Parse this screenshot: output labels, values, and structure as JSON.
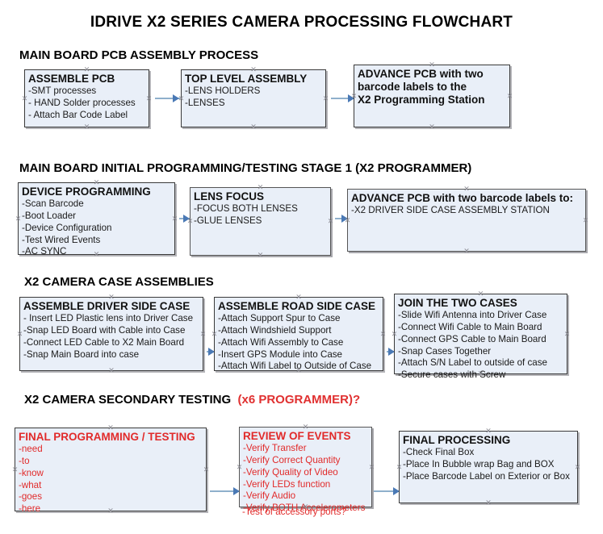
{
  "document": {
    "title": "IDRIVE X2  SERIES CAMERA PROCESSING FLOWCHART"
  },
  "colors": {
    "box_fill": "#e9eff8",
    "box_border": "#3a3a3a",
    "connector": "#8fb0cc",
    "arrow": "#4a79b5",
    "red_text": "#e12a2a",
    "black_text": "#000000"
  },
  "sections": [
    {
      "heading": "MAIN BOARD PCB ASSEMBLY PROCESS",
      "heading_red": "",
      "boxes": [
        {
          "title": "ASSEMBLE PCB",
          "items": [
            "-SMT processes",
            "- HAND Solder processes",
            "- Attach Bar Code Label"
          ]
        },
        {
          "title": "TOP LEVEL ASSEMBLY",
          "items": [
            "-LENS HOLDERS",
            "-LENSES"
          ]
        },
        {
          "title": "ADVANCE PCB with two",
          "title_line2": "barcode labels to the",
          "title_line3": " X2 Programming Station",
          "items": []
        }
      ]
    },
    {
      "heading": "MAIN BOARD INITIAL PROGRAMMING/TESTING STAGE 1 (X2 PROGRAMMER)",
      "heading_red": "",
      "boxes": [
        {
          "title": "DEVICE PROGRAMMING",
          "items": [
            "-Scan Barcode",
            "-Boot Loader",
            "-Device Configuration",
            "-Test Wired Events",
            "-AC SYNC"
          ]
        },
        {
          "title": "LENS FOCUS",
          "items": [
            "-FOCUS BOTH LENSES",
            "-GLUE LENSES"
          ]
        },
        {
          "title": "ADVANCE PCB with two barcode labels to:",
          "items": [
            "-X2 DRIVER  SIDE  CASE  ASSEMBLY STATION"
          ]
        }
      ]
    },
    {
      "heading": "X2 CAMERA CASE ASSEMBLIES",
      "heading_red": "",
      "boxes": [
        {
          "title": "ASSEMBLE DRIVER SIDE CASE",
          "items": [
            "- Insert LED Plastic lens into Driver Case",
            "-Snap LED Board with Cable into Case",
            "-Connect LED Cable to X2 Main Board",
            "-Snap Main Board into case"
          ]
        },
        {
          "title": "ASSEMBLE ROAD SIDE CASE",
          "items": [
            "-Attach Support Spur to Case",
            "-Attach Windshield Support",
            "-Attach Wifi Assembly to Case",
            "-Insert GPS Module into Case",
            "-Attach Wifi Label to Outside of Case"
          ]
        },
        {
          "title": "JOIN THE TWO CASES",
          "items": [
            "-Slide Wifi Antenna into Driver Case",
            "-Connect Wifi Cable to Main Board",
            "-Connect GPS Cable to Main Board",
            "-Snap Cases Together",
            "-Attach S/N Label to outside of case",
            "-Secure cases with Screw"
          ]
        }
      ]
    },
    {
      "heading": "X2 CAMERA SECONDARY TESTING",
      "heading_red": "(x6 PROGRAMMER)?",
      "boxes": [
        {
          "title": "FINAL PROGRAMMING / TESTING",
          "items": [
            "-need",
            "-to",
            "-know",
            "-what",
            "-goes",
            "-here"
          ]
        },
        {
          "title": "REVIEW OF EVENTS",
          "items": [
            "-Verify Transfer",
            "-Verify Correct Quantity",
            "-Verify Quality of Video",
            "-Verify LEDs function",
            "-Verify Audio",
            "-Verify BOTH Accelerometers"
          ],
          "overflow_item": "-Test of accessory ports?"
        },
        {
          "title": "FINAL PROCESSING",
          "items": [
            " -Check Final Box",
            "-Place In Bubble wrap Bag and BOX",
            "-Place Barcode Label on Exterior or Box"
          ]
        }
      ]
    }
  ]
}
